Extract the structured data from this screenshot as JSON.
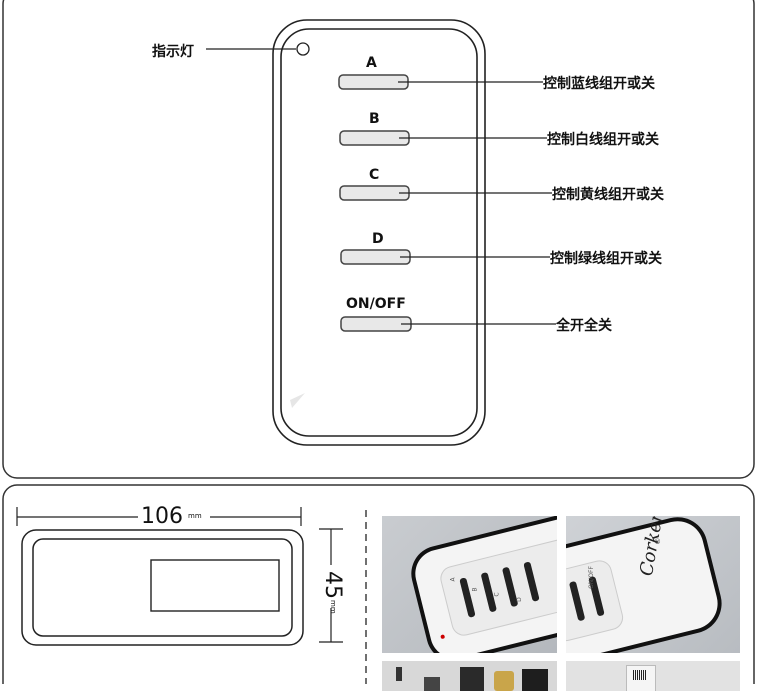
{
  "top": {
    "indicator_label": "指示灯",
    "buttons": [
      {
        "label": "A",
        "desc": "控制蓝线组开或关"
      },
      {
        "label": "B",
        "desc": "控制白线组开或关"
      },
      {
        "label": "C",
        "desc": "控制黄线组开或关"
      },
      {
        "label": "D",
        "desc": "控制绿线组开或关"
      },
      {
        "label": "ON/OFF",
        "desc": "全开全关"
      }
    ]
  },
  "bottom": {
    "width_value": "106",
    "width_unit": "mm",
    "height_value": "45",
    "height_unit": "mm",
    "photo_button_letters": [
      "A",
      "B",
      "C",
      "D"
    ],
    "photo_onoff": "ON/OFF",
    "brand": "Corker",
    "brand_mark": "®"
  }
}
